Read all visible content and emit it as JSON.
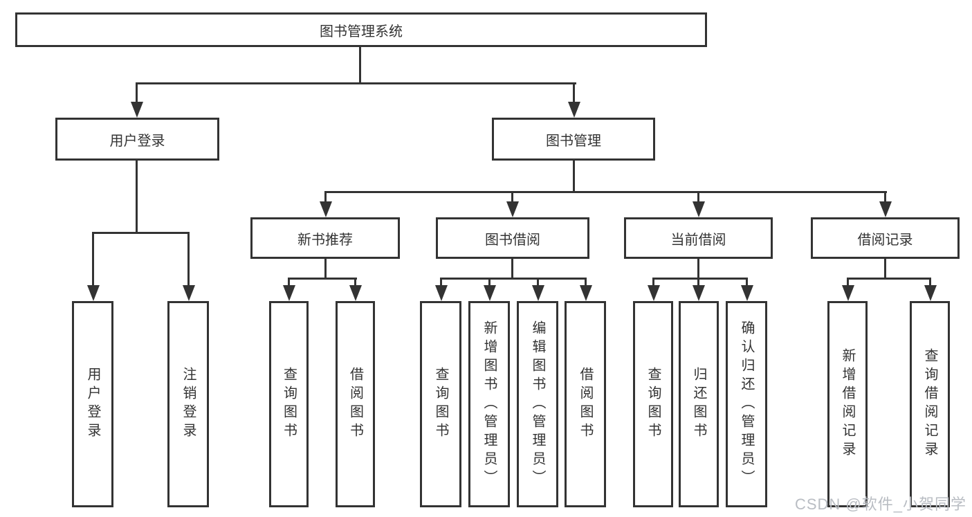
{
  "tree": {
    "root": {
      "label": "图书管理系统"
    },
    "children": [
      {
        "label": "用户登录",
        "children": [
          {
            "label": "用户登录"
          },
          {
            "label": "注销登录"
          }
        ]
      },
      {
        "label": "图书管理",
        "children": [
          {
            "label": "新书推荐",
            "children": [
              {
                "label": "查询图书"
              },
              {
                "label": "借阅图书"
              }
            ]
          },
          {
            "label": "图书借阅",
            "children": [
              {
                "label": "查询图书"
              },
              {
                "label": "新增图书（管理员）"
              },
              {
                "label": "编辑图书（管理员）"
              },
              {
                "label": "借阅图书"
              }
            ]
          },
          {
            "label": "当前借阅",
            "children": [
              {
                "label": "查询图书"
              },
              {
                "label": "归还图书"
              },
              {
                "label": "确认归还（管理员）"
              }
            ]
          },
          {
            "label": "借阅记录",
            "children": [
              {
                "label": "新增借阅记录"
              },
              {
                "label": "查询借阅记录"
              }
            ]
          }
        ]
      }
    ]
  },
  "watermark": {
    "text": "CSDN @软件_小贺同学"
  },
  "colors": {
    "line": "#333333",
    "text": "#333333",
    "background": "#ffffff",
    "watermark": "#b9bdc3"
  }
}
